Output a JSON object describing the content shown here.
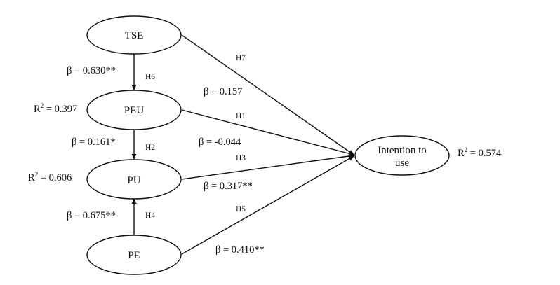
{
  "nodes": {
    "tse": "TSE",
    "peu": "PEU",
    "pu": "PU",
    "pe": "PE",
    "intention_line1": "Intention to",
    "intention_line2": "use"
  },
  "r_squared": {
    "peu": "0.397",
    "pu": "0.606",
    "intention": "0.574"
  },
  "r_prefix": "R",
  "r_sup": "2",
  "paths": {
    "h6": {
      "hypothesis": "H6",
      "beta": "β = 0.630**"
    },
    "h7": {
      "hypothesis": "H7",
      "beta": "β = 0.157"
    },
    "h1": {
      "hypothesis": "H1",
      "beta": "β = -0.044"
    },
    "h2": {
      "hypothesis": "H2",
      "beta": "β = 0.161*"
    },
    "h3": {
      "hypothesis": "H3",
      "beta": "β = 0.317**"
    },
    "h4": {
      "hypothesis": "H4",
      "beta": "β = 0.675**"
    },
    "h5": {
      "hypothesis": "H5",
      "beta": "β = 0.410**"
    }
  }
}
